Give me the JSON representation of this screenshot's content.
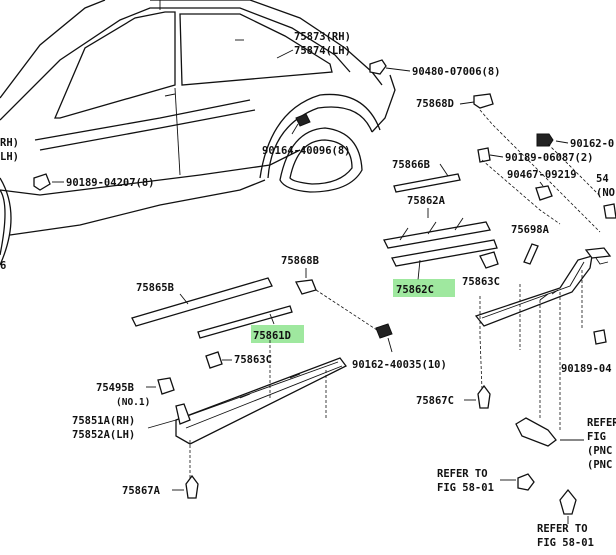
{
  "labels": {
    "p75873": "75873(RH)",
    "p75874": "75874(LH)",
    "p90480": "90480-07006(8)",
    "p75868D": "75868D",
    "p90162a": "90162-0",
    "p90164": "90164-40096(8)",
    "p90189a": "90189-06087(2)",
    "p90467": "90467-09219",
    "p75866B": "75866B",
    "p90189b": "90189-04207(8)",
    "p75862A": "75862A",
    "p75698A": "75698A",
    "p75868B": "75868B",
    "p75865B": "75865B",
    "p75862C": "75862C",
    "p75863Cr": "75863C",
    "p75861D": "75861D",
    "p75863Cl": "75863C",
    "p90162b": "90162-40035(10)",
    "p90189c": "90189-04",
    "p75495B": "75495B",
    "no1": "(NO.1)",
    "p75851A": "75851A(RH)",
    "p75852A": "75852A(LH)",
    "p75867Cr": "75867C",
    "p75867Al": "75867A",
    "refer1": "REFER TO",
    "fig1": "FIG 58-01",
    "refer2": "REFER TO",
    "fig2": "FIG 58-01",
    "refer3": "REFER",
    "fig3": "FIG",
    "pnc1": "(PNC",
    "pnc2": "(PNC",
    "edge54": "54",
    "edgeNo": "(NO",
    "edgeRH": "RH)",
    "edgeLH": "LH)",
    "edgeB": "6"
  },
  "highlights": [
    "75862C",
    "75861D"
  ],
  "colors": {
    "highlight": "#7fe07f",
    "ink": "#111111"
  }
}
